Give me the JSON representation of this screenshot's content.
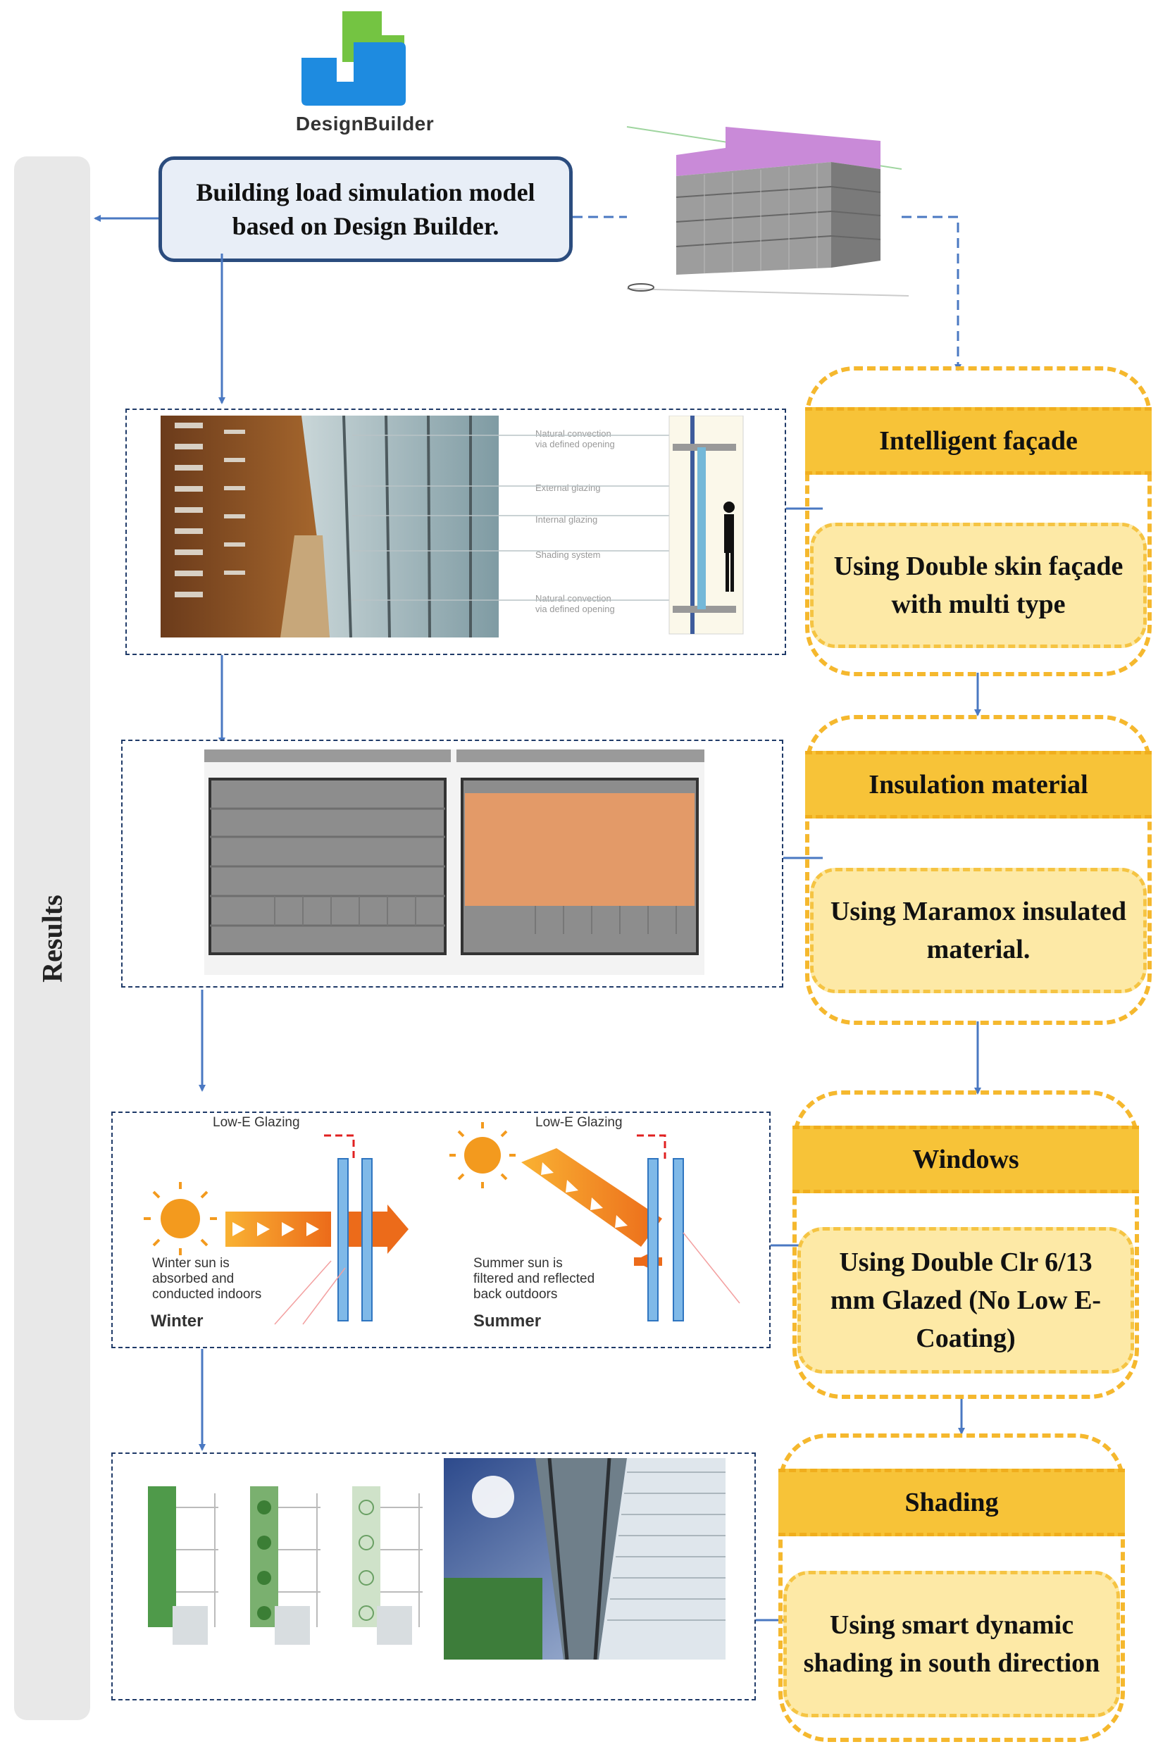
{
  "results_label": "Results",
  "logo": {
    "text": "DesignBuilder",
    "colors": {
      "green": "#74c442",
      "blue": "#1e8be0"
    }
  },
  "model": {
    "label": "Building load simulation model based on Design Builder."
  },
  "strategies": [
    {
      "title": "Intelligent façade",
      "description": "Using Double skin façade with multi type"
    },
    {
      "title": "Insulation material",
      "description": "Using Maramox insulated material."
    },
    {
      "title": "Windows",
      "description": "Using Double Clr 6/13 mm Glazed (No Low E-Coating)"
    },
    {
      "title": "Shading",
      "description": "Using smart dynamic shading in south direction"
    }
  ],
  "glazing_panel": {
    "winter": {
      "glazing_label": "Low-E Glazing",
      "caption": [
        "Winter sun is",
        "absorbed and",
        "conducted indoors"
      ],
      "season": "Winter"
    },
    "summer": {
      "glazing_label": "Low-E Glazing",
      "caption": [
        "Summer sun is",
        "filtered and reflected",
        "back outdoors"
      ],
      "season": "Summer"
    }
  },
  "colors": {
    "arrow": "#4a78c2",
    "panel_border": "#1f3a68",
    "model_border": "#2b4c7e",
    "yellow_header": "#f7c338",
    "yellow_body": "#fde9a6",
    "yellow_dash": "#f5b82e",
    "results_bar": "#e8e8e8"
  }
}
